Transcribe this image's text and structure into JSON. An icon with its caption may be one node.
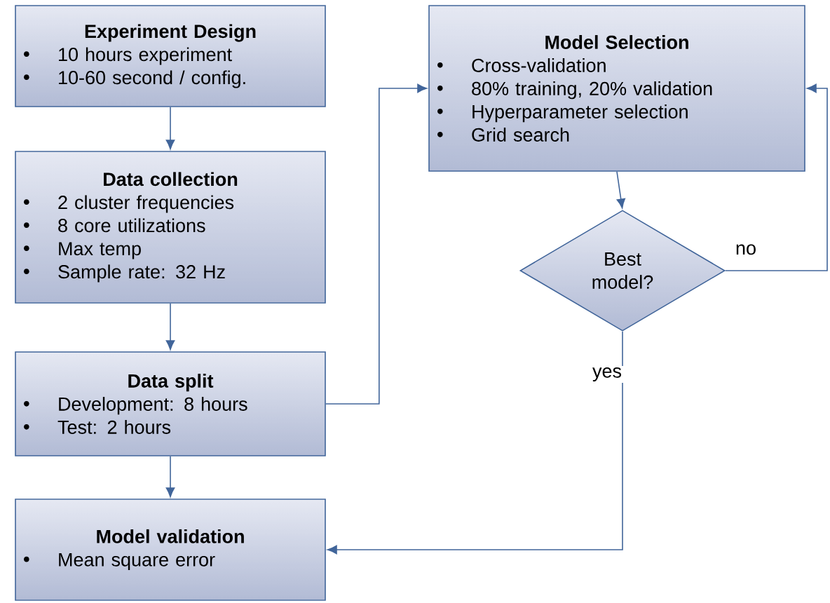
{
  "diagram": {
    "nodes": [
      {
        "text": [
          "Experiment Design",
          "10 hours experiment",
          "10-60 second / config."
        ]
      },
      {
        "text": [
          "Data collection",
          "2 cluster frequencies",
          "8 core utilizations",
          "Max temp",
          "Sample rate: 32 Hz"
        ]
      },
      {
        "text": [
          "Data split",
          "Development: 8 hours",
          "Test:  2 hours"
        ]
      },
      {
        "text": [
          "Model validation",
          "Mean square error"
        ]
      },
      {
        "text": [
          "Model Selection",
          "Cross-validation",
          "80% training, 20% validation",
          "Hyperparameter selection",
          "Grid search"
        ]
      },
      {
        "text": [
          "Best model?"
        ]
      }
    ],
    "edges": [
      {
        "from": 0,
        "to": 1,
        "arrow": "to"
      },
      {
        "from": 1,
        "to": 2,
        "arrow": "to"
      },
      {
        "from": 2,
        "to": 3,
        "arrow": "to"
      },
      {
        "from": 2,
        "to": 4,
        "arrow": "to"
      },
      {
        "from": 4,
        "to": 5,
        "arrow": "to"
      },
      {
        "from": 5,
        "to": 3,
        "label": "yes",
        "arrow": "to"
      },
      {
        "from": 5,
        "to": 4,
        "label": "no",
        "arrow": "to"
      }
    ]
  }
}
